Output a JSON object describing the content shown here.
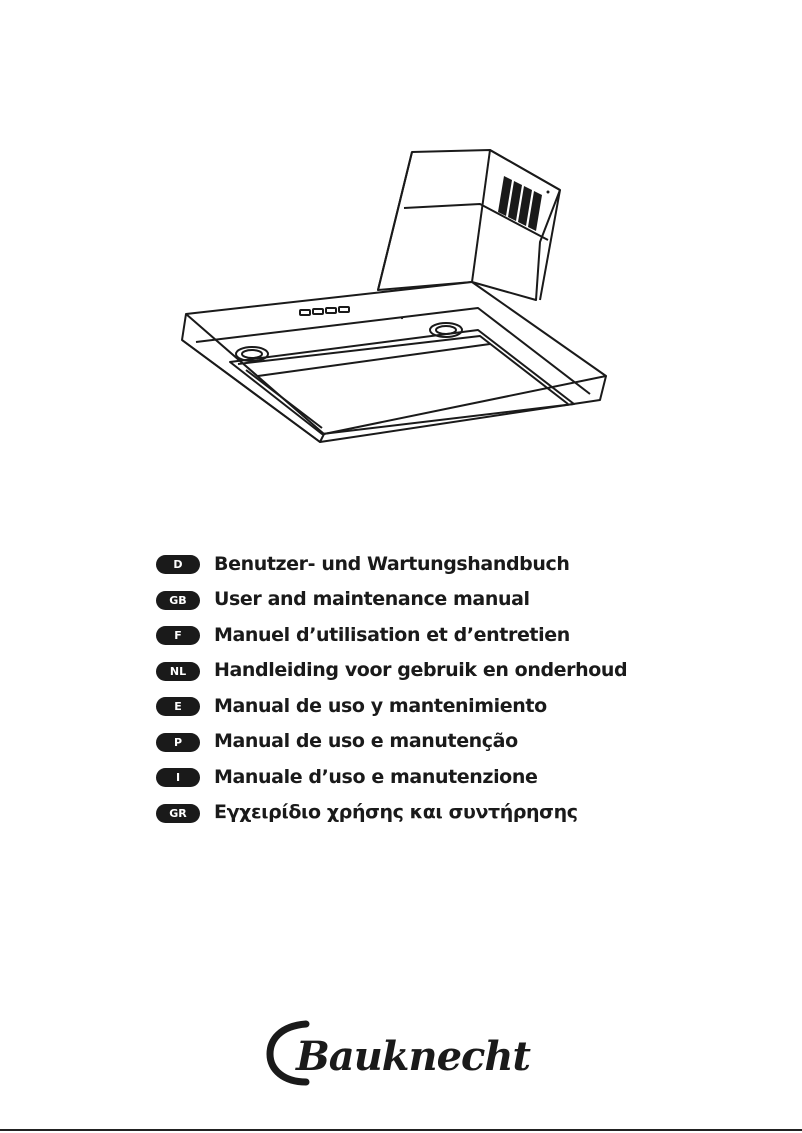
{
  "manual_titles": [
    {
      "code": "D",
      "title": "Benutzer- und Wartungshandbuch"
    },
    {
      "code": "GB",
      "title": "User and maintenance manual"
    },
    {
      "code": "F",
      "title": "Manuel d’utilisation et d’entretien"
    },
    {
      "code": "NL",
      "title": "Handleiding voor gebruik en onderhoud"
    },
    {
      "code": "E",
      "title": "Manual de uso y mantenimiento"
    },
    {
      "code": "P",
      "title": "Manual de uso e manutenção"
    },
    {
      "code": "I",
      "title": "Manuale d’uso e manutenzione"
    },
    {
      "code": "GR",
      "title": "Εγχειρίδιο χρήσης και συντήρησης"
    }
  ],
  "brand": {
    "name": "Bauknecht",
    "color": "#1a1a1a"
  },
  "illustration": {
    "subject": "cooker-hood-icon"
  }
}
